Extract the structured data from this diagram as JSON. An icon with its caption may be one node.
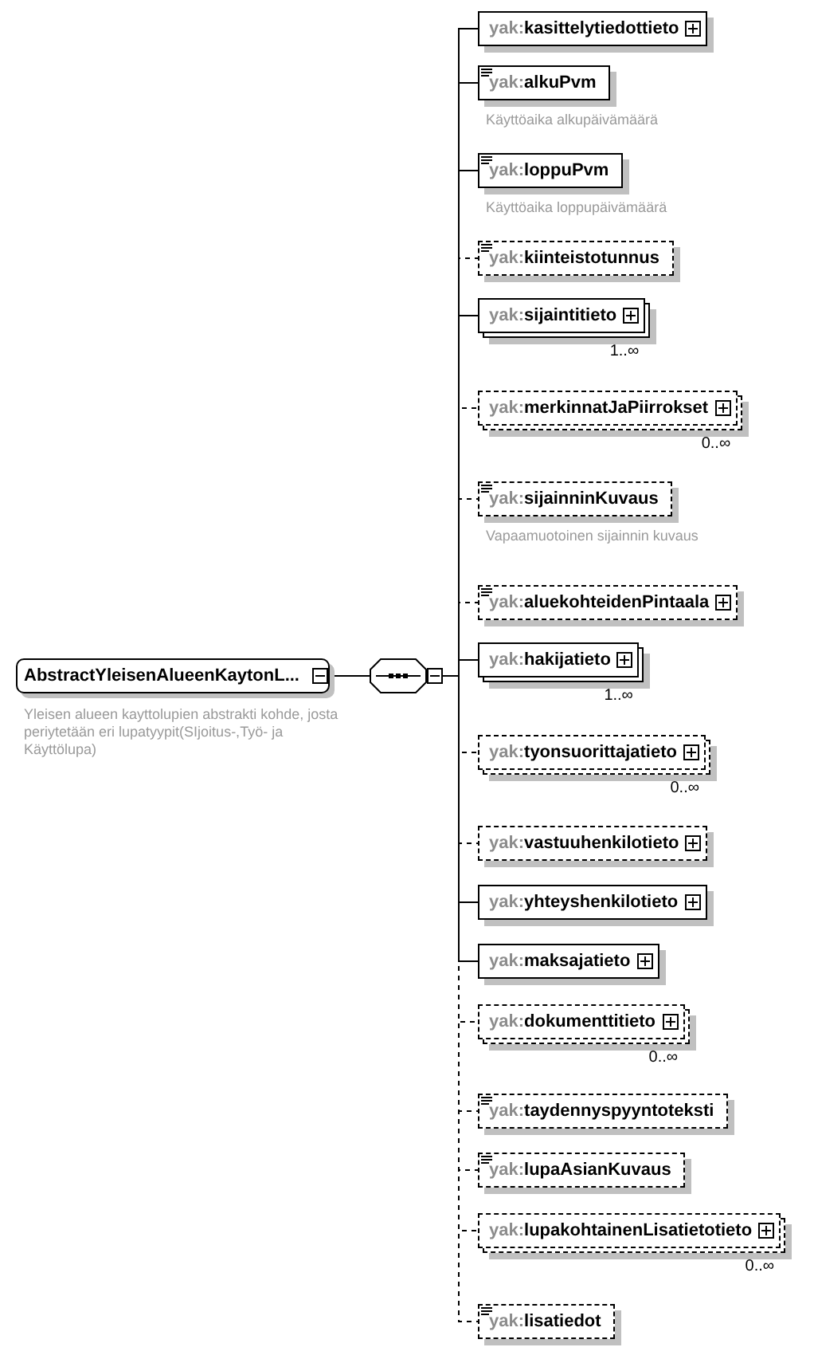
{
  "diagram": {
    "nodes": [
      {
        "text": [
          "AbstractYleisenAlueenKaytonL..."
        ],
        "beside": [
          "Yleisen alueen kayttolupien abstrakti kohde, josta periytetään eri lupatyypit(SIjoitus-,Työ- ja Käyttölupa)"
        ]
      },
      {
        "text": [],
        "shape": "octagon"
      },
      {
        "text": [
          "yak:kasittelytiedottieto"
        ]
      },
      {
        "text": [
          "yak:alkuPvm"
        ],
        "beside": [
          "Käyttöaika alkupäivämäärä"
        ]
      },
      {
        "text": [
          "yak:loppuPvm"
        ],
        "beside": [
          "Käyttöaika loppupäivämäärä"
        ]
      },
      {
        "text": [
          "yak:kiinteistotunnus"
        ]
      },
      {
        "text": [
          "yak:sijaintitieto"
        ],
        "beside": [
          "1..∞"
        ]
      },
      {
        "text": [
          "yak:merkinnatJaPiirrokset"
        ],
        "beside": [
          "0..∞"
        ]
      },
      {
        "text": [
          "yak:sijainninKuvaus"
        ],
        "beside": [
          "Vapaamuotoinen sijainnin kuvaus"
        ]
      },
      {
        "text": [
          "yak:aluekohteidenPintaala"
        ]
      },
      {
        "text": [
          "yak:hakijatieto"
        ],
        "beside": [
          "1..∞"
        ]
      },
      {
        "text": [
          "yak:tyonsuorittajatieto"
        ],
        "beside": [
          "0..∞"
        ]
      },
      {
        "text": [
          "yak:vastuuhenkilotieto"
        ]
      },
      {
        "text": [
          "yak:yhteyshenkilotieto"
        ]
      },
      {
        "text": [
          "yak:maksajatieto"
        ]
      },
      {
        "text": [
          "yak:dokumenttitieto"
        ],
        "beside": [
          "0..∞"
        ]
      },
      {
        "text": [
          "yak:taydennyspyyntoteksti"
        ]
      },
      {
        "text": [
          "yak:lupaAsianKuvaus"
        ]
      },
      {
        "text": [
          "yak:lupakohtainenLisatietotieto"
        ],
        "beside": [
          "0..∞"
        ]
      },
      {
        "text": [
          "yak:lisatiedot"
        ]
      }
    ],
    "edges": [
      {
        "from": 0,
        "to": 1,
        "arrow": "none"
      },
      {
        "from": 1,
        "to": 2,
        "arrow": "none"
      },
      {
        "from": 1,
        "to": 3,
        "arrow": "none"
      },
      {
        "from": 1,
        "to": 4,
        "arrow": "none"
      },
      {
        "from": 1,
        "to": 5,
        "arrow": "none",
        "style": "dashed"
      },
      {
        "from": 1,
        "to": 6,
        "arrow": "none"
      },
      {
        "from": 1,
        "to": 7,
        "arrow": "none",
        "style": "dashed"
      },
      {
        "from": 1,
        "to": 8,
        "arrow": "none",
        "style": "dashed"
      },
      {
        "from": 1,
        "to": 9,
        "arrow": "none",
        "style": "dashed"
      },
      {
        "from": 1,
        "to": 10,
        "arrow": "none"
      },
      {
        "from": 1,
        "to": 11,
        "arrow": "none",
        "style": "dashed"
      },
      {
        "from": 1,
        "to": 12,
        "arrow": "none",
        "style": "dashed"
      },
      {
        "from": 1,
        "to": 13,
        "arrow": "none"
      },
      {
        "from": 1,
        "to": 14,
        "arrow": "none"
      },
      {
        "from": 1,
        "to": 15,
        "arrow": "none",
        "style": "dashed"
      },
      {
        "from": 1,
        "to": 16,
        "arrow": "none",
        "style": "dashed"
      },
      {
        "from": 1,
        "to": 17,
        "arrow": "none",
        "style": "dashed"
      },
      {
        "from": 1,
        "to": 18,
        "arrow": "none",
        "style": "dashed"
      },
      {
        "from": 1,
        "to": 19,
        "arrow": "none",
        "style": "dashed"
      }
    ]
  }
}
